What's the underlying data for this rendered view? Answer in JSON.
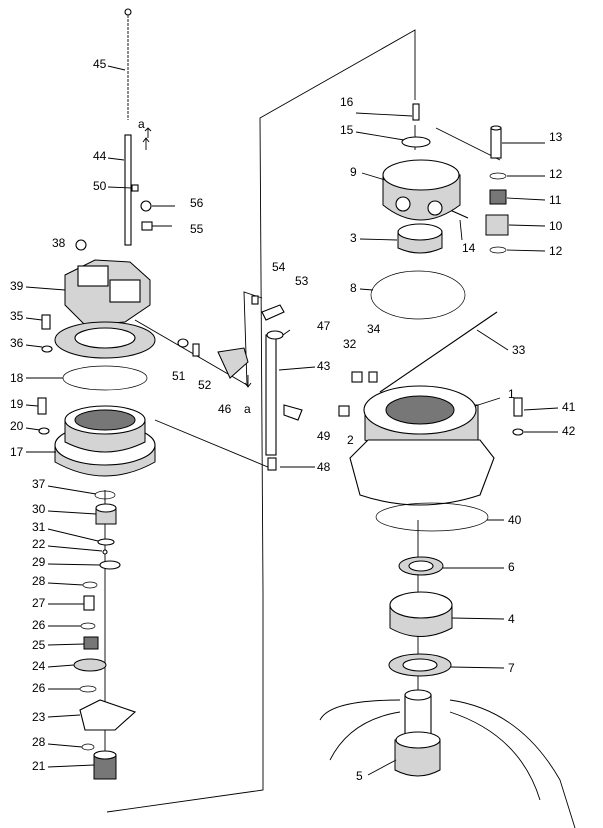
{
  "labels": {
    "p1": "1",
    "p2": "2",
    "p3": "3",
    "p4": "4",
    "p5": "5",
    "p6": "6",
    "p7": "7",
    "p8": "8",
    "p9": "9",
    "p10": "10",
    "p11": "11",
    "p12a": "12",
    "p12b": "12",
    "p13": "13",
    "p14": "14",
    "p15": "15",
    "p16": "16",
    "p17": "17",
    "p18": "18",
    "p19": "19",
    "p20": "20",
    "p21": "21",
    "p22": "22",
    "p23": "23",
    "p24": "24",
    "p25": "25",
    "p26a": "26",
    "p26b": "26",
    "p27": "27",
    "p28a": "28",
    "p28b": "28",
    "p29": "29",
    "p30": "30",
    "p31": "31",
    "p32": "32",
    "p33": "33",
    "p34": "34",
    "p35": "35",
    "p36": "36",
    "p37": "37",
    "p38": "38",
    "p39": "39",
    "p40": "40",
    "p41": "41",
    "p42": "42",
    "p43": "43",
    "p44": "44",
    "p45": "45",
    "p46": "46",
    "p47": "47",
    "p48": "48",
    "p49": "49",
    "p50": "50",
    "p51": "51",
    "p52": "52",
    "p53": "53",
    "p54": "54",
    "p55": "55",
    "p56": "56"
  },
  "marks": {
    "a_top": "a",
    "a_mid": "a"
  }
}
